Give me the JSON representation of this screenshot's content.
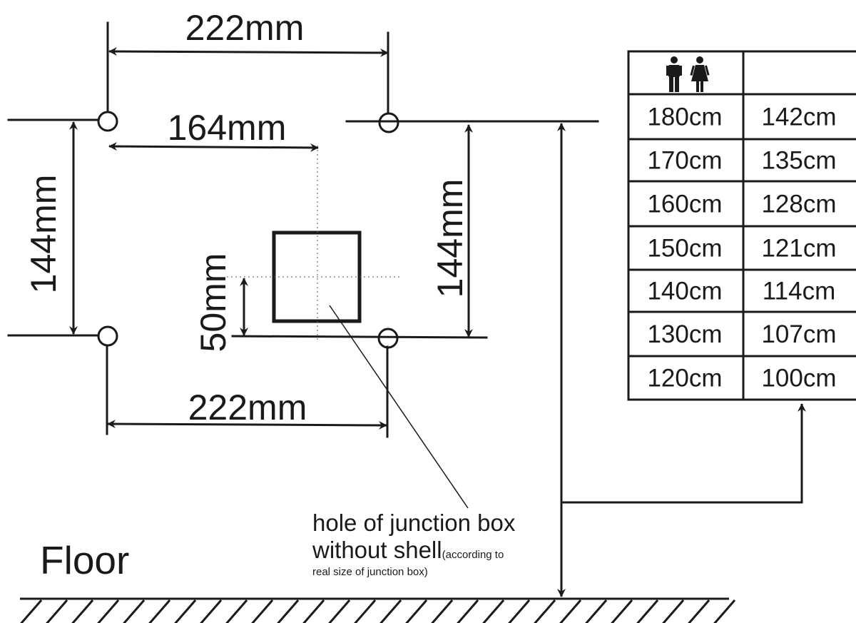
{
  "dimensions": {
    "top_width": "222mm",
    "inner_width": "164mm",
    "left_height": "144mm",
    "right_height": "144mm",
    "box_offset": "50mm",
    "bottom_width": "222mm"
  },
  "annotation": {
    "line1": "hole of junction box",
    "line2": "without shell",
    "line2_small": "(according to",
    "line3": "real size of junction box)"
  },
  "floor_label": "Floor",
  "table": {
    "header_icon": "man-woman-icon",
    "rows": [
      {
        "person": "180cm",
        "mount": "142cm"
      },
      {
        "person": "170cm",
        "mount": "135cm"
      },
      {
        "person": "160cm",
        "mount": "128cm"
      },
      {
        "person": "150cm",
        "mount": "121cm"
      },
      {
        "person": "140cm",
        "mount": "114cm"
      },
      {
        "person": "130cm",
        "mount": "107cm"
      },
      {
        "person": "120cm",
        "mount": "100cm"
      }
    ]
  }
}
